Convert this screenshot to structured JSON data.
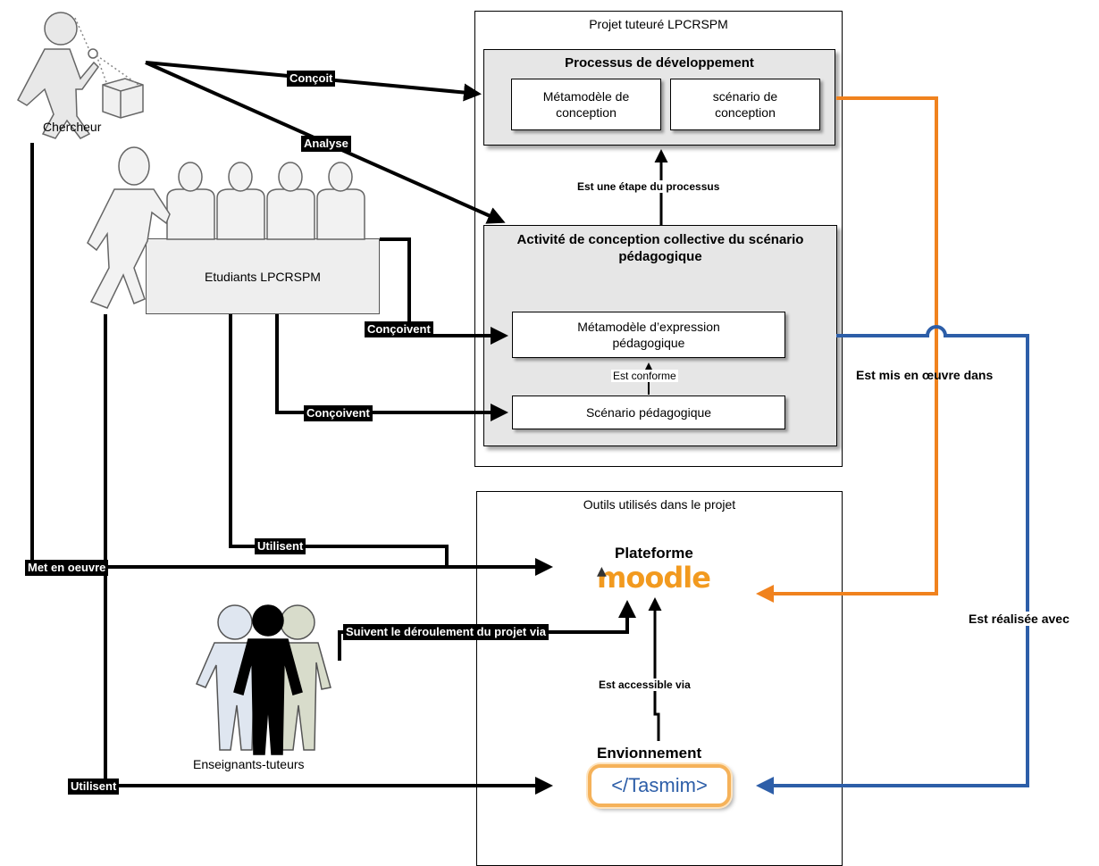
{
  "frames": {
    "project": {
      "title": "Projet tuteuré LPCRSPM"
    },
    "tools": {
      "title": "Outils utilisés dans le projet"
    }
  },
  "process": {
    "title": "Processus de développement",
    "metamodel": "Métamodèle de conception",
    "scenario": "scénario de conception"
  },
  "activity": {
    "title": "Activité de conception collective du scénario pédagogique",
    "expression_metamodel": "Métamodèle d’expression pédagogique",
    "pedagogic_scenario": "Scénario pédagogique",
    "conformity": "Est conforme"
  },
  "links": {
    "step_of_process": "Est une étape du processus",
    "concoit": "Conçoit",
    "analyse": "Analyse",
    "concoivent_1": "Conçoivent",
    "concoivent_2": "Conçoivent",
    "utilisent_1": "Utilisent",
    "met_en_oeuvre": "Met en oeuvre",
    "suivent": "Suivent le déroulement du projet via",
    "utilisent_2": "Utilisent",
    "accessible_via": "Est accessible via",
    "mis_en_oeuvre_dans": "Est mis en œuvre dans",
    "realisee_avec": "Est réalisée avec"
  },
  "actors": {
    "researcher": "Chercheur",
    "students": "Etudiants LPCRSPM",
    "tutors": "Enseignants-tuteurs"
  },
  "platform": {
    "title": "Plateforme",
    "logo_text": "moodle"
  },
  "environment": {
    "title": "Envionnement",
    "logo_text": "</Tasmim>"
  },
  "colors": {
    "orange": "#f0821e",
    "blue": "#2d5ea8",
    "moodle_orange": "#f29a1f",
    "tasmim_border": "#f5b25a"
  }
}
